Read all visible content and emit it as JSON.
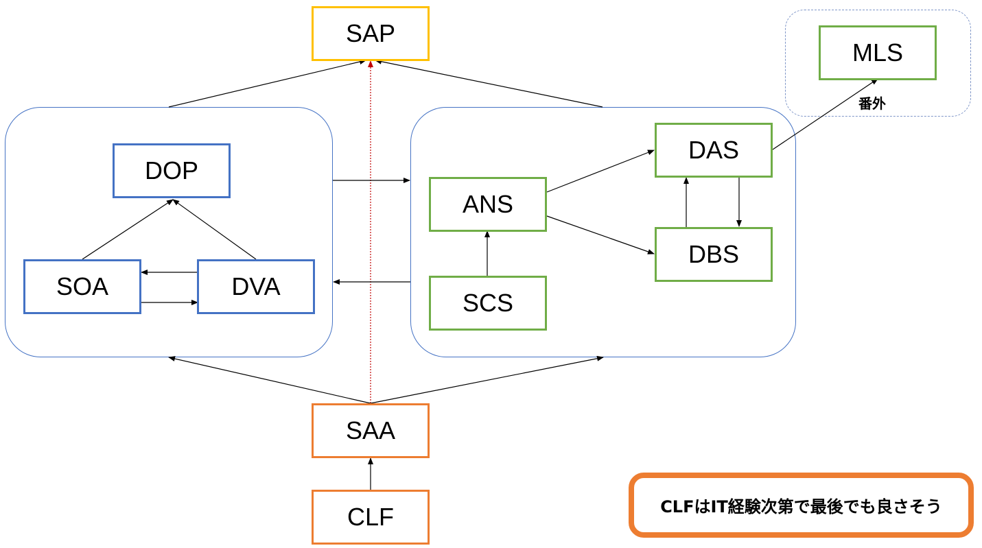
{
  "nodes": {
    "sap": "SAP",
    "mls": "MLS",
    "dop": "DOP",
    "soa": "SOA",
    "dva": "DVA",
    "ans": "ANS",
    "das": "DAS",
    "dbs": "DBS",
    "scs": "SCS",
    "saa": "SAA",
    "clf": "CLF"
  },
  "labels": {
    "extra": "番外"
  },
  "note": {
    "text": "CLFはIT経験次第で最後でも良さそう"
  },
  "colors": {
    "professional": "#ffc000",
    "developer_track": "#4472c4",
    "specialty_track": "#70ad47",
    "foundation": "#ed7d31",
    "group_border": "#4472c4",
    "optional_path": "#c00000"
  }
}
